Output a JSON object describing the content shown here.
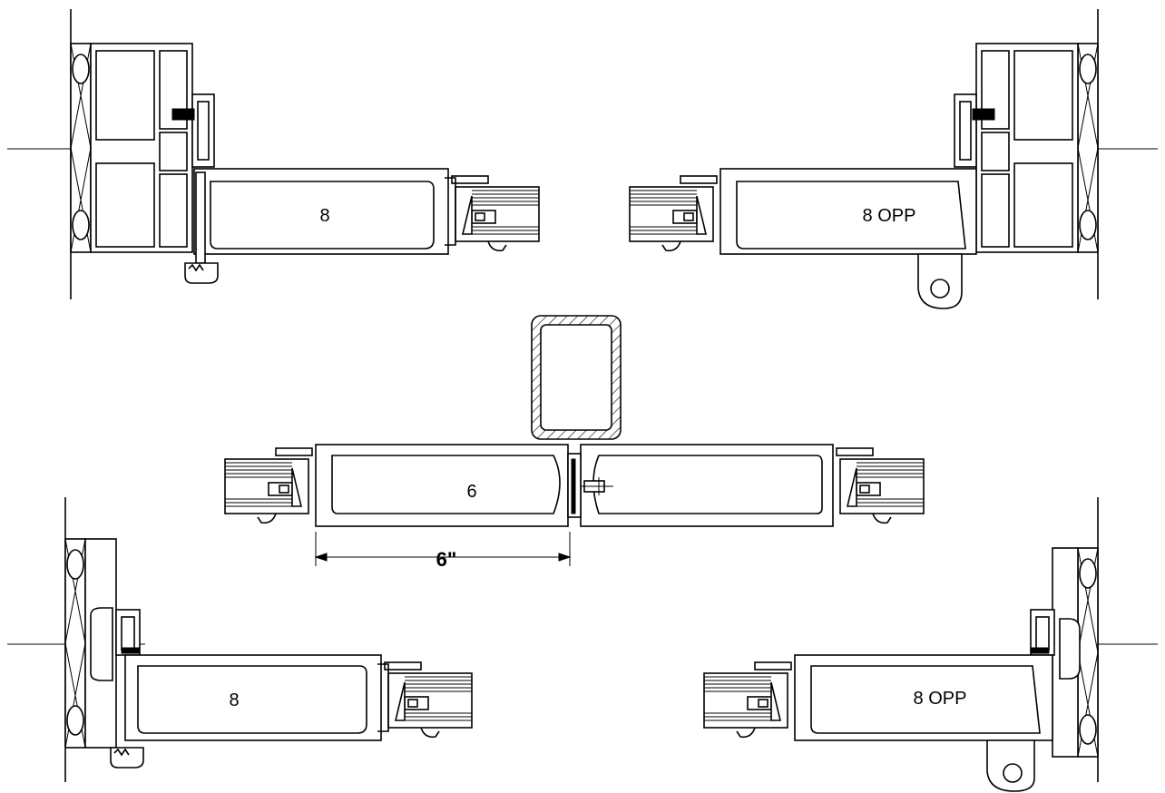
{
  "labels": {
    "top_left": "8",
    "top_right": "8 OPP",
    "center": "6",
    "bottom_left": "8",
    "bottom_right": "8 OPP"
  },
  "dimension": {
    "center_width": "6\""
  }
}
